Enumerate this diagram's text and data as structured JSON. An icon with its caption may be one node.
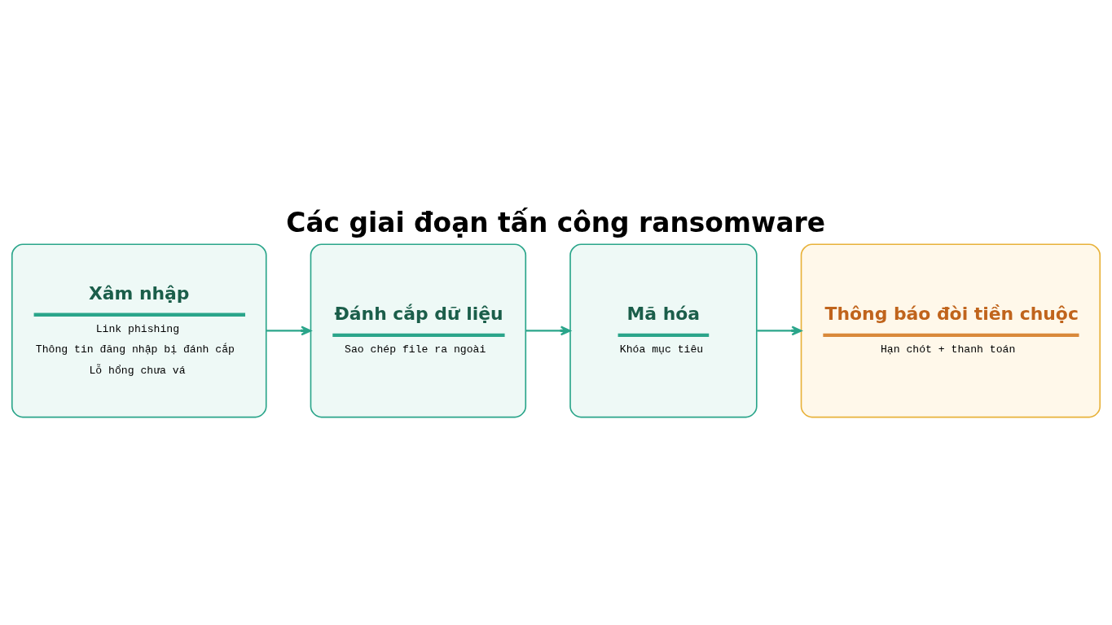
{
  "diagram": {
    "title": "Các giai đoạn tấn công ransomware",
    "nodes": [
      {
        "text": [
          "Xâm nhập",
          "Link phishing",
          "Thông tin đăng nhập bị đánh cắp",
          "Lỗ hổng chưa vá"
        ]
      },
      {
        "text": [
          "Đánh cắp dữ liệu",
          "Sao chép file ra ngoài"
        ]
      },
      {
        "text": [
          "Mã hóa",
          "Khóa mục tiêu"
        ]
      },
      {
        "text": [
          "Thông báo đòi tiền chuộc",
          "Hạn chót + thanh toán"
        ]
      }
    ],
    "edges": [
      {
        "from": 0,
        "to": 1,
        "arrow": "to"
      },
      {
        "from": 1,
        "to": 2,
        "arrow": "to"
      },
      {
        "from": 2,
        "to": 3,
        "arrow": "to"
      }
    ]
  }
}
